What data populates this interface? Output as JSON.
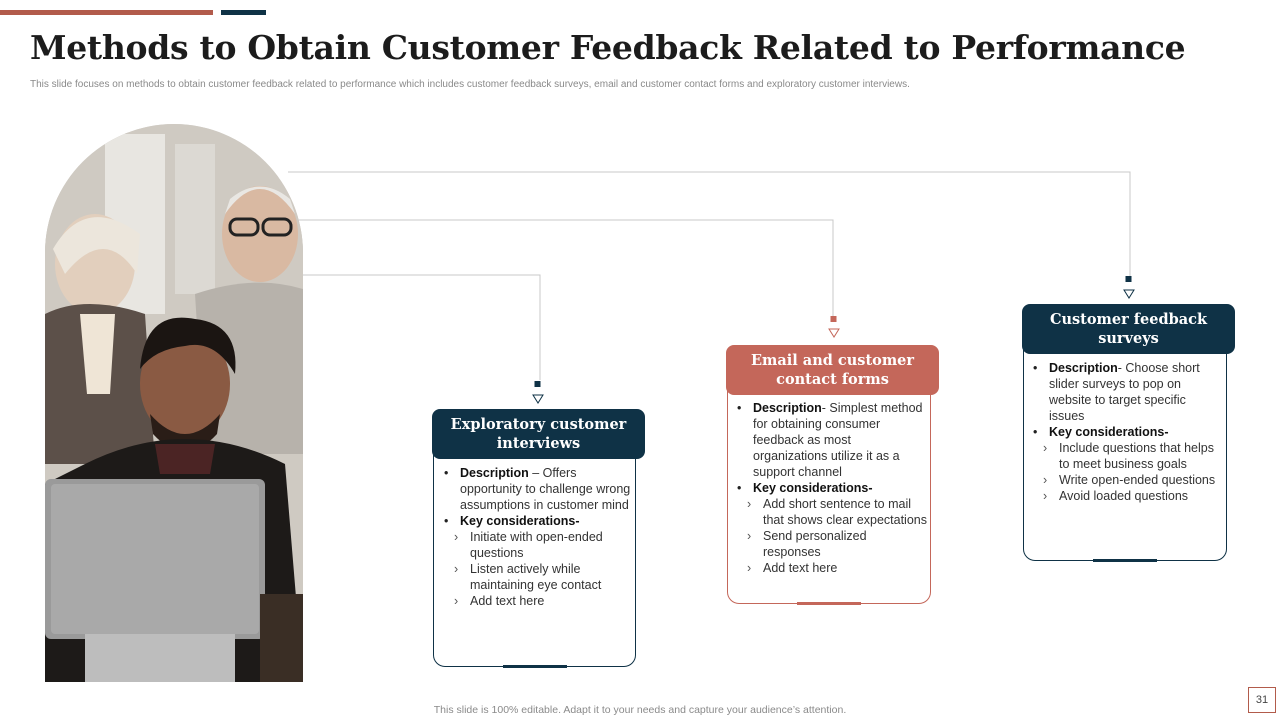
{
  "colors": {
    "navy": "#0f3246",
    "rust": "#c4675a",
    "accent_bar": "#b25b4b"
  },
  "title": "Methods to Obtain Customer Feedback Related to Performance",
  "subtitle": "This slide focuses on methods to obtain customer feedback related to performance which includes customer feedback surveys, email and customer contact forms and exploratory customer interviews.",
  "image": {
    "name": "people-at-laptop-photo"
  },
  "cards": [
    {
      "header": "Exploratory customer interviews",
      "description_label": "Description",
      "description_text": " – Offers opportunity to challenge wrong assumptions in customer mind",
      "considerations_label": "Key considerations-",
      "considerations": [
        "Initiate with open-ended questions",
        "Listen actively while maintaining eye contact",
        "Add text here"
      ]
    },
    {
      "header": "Email and customer contact forms",
      "description_label": "Description",
      "description_text": "- Simplest method for obtaining consumer feedback as most organizations utilize it as a support channel",
      "considerations_label": "Key considerations-",
      "considerations": [
        "Add short sentence to mail that shows clear expectations",
        "Send personalized responses",
        "Add text here"
      ]
    },
    {
      "header": "Customer feedback surveys",
      "description_label": "Description",
      "description_text": "- Choose short slider surveys to pop on website to target specific issues",
      "considerations_label": "Key considerations-",
      "considerations": [
        "Include questions that helps to meet business goals",
        "Write open-ended questions",
        "Avoid loaded questions"
      ]
    }
  ],
  "footer": "This slide is 100% editable. Adapt it to your needs and capture your audience’s attention.",
  "page_number": "31"
}
